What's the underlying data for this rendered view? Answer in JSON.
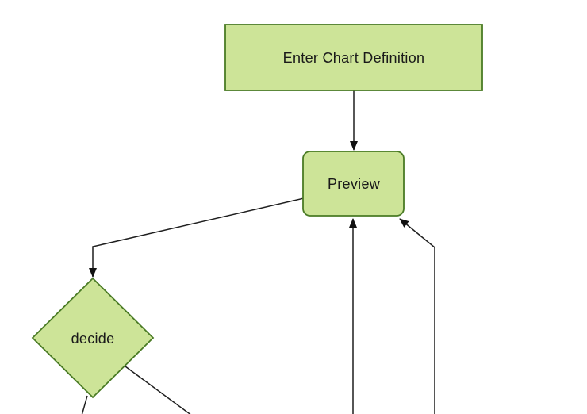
{
  "diagram": {
    "type": "flowchart-top-down",
    "nodes": [
      {
        "id": "enter-chart-definition",
        "label": "Enter Chart Definition",
        "shape": "rectangle"
      },
      {
        "id": "preview",
        "label": "Preview",
        "shape": "rounded-rectangle"
      },
      {
        "id": "decide",
        "label": "decide",
        "shape": "diamond"
      }
    ],
    "edges": [
      {
        "from": "enter-chart-definition",
        "to": "preview",
        "style": "arrow"
      },
      {
        "from": "preview",
        "to": "decide",
        "style": "arrow"
      },
      {
        "from": "offscreen-bottom-center",
        "to": "preview",
        "style": "arrow"
      },
      {
        "from": "offscreen-bottom-right",
        "to": "preview",
        "style": "arrow"
      },
      {
        "from": "decide",
        "to": "offscreen-bottom-left",
        "style": "line-cut-off"
      },
      {
        "from": "decide",
        "to": "offscreen-bottom-right",
        "style": "line-cut-off"
      }
    ]
  },
  "colors": {
    "node_fill": "#cde498",
    "node_border": "#4a7b25",
    "edge_line": "#1f1f1f",
    "arrowhead": "#111111",
    "node_text": "#1a1a1a",
    "background": "#ffffff"
  }
}
